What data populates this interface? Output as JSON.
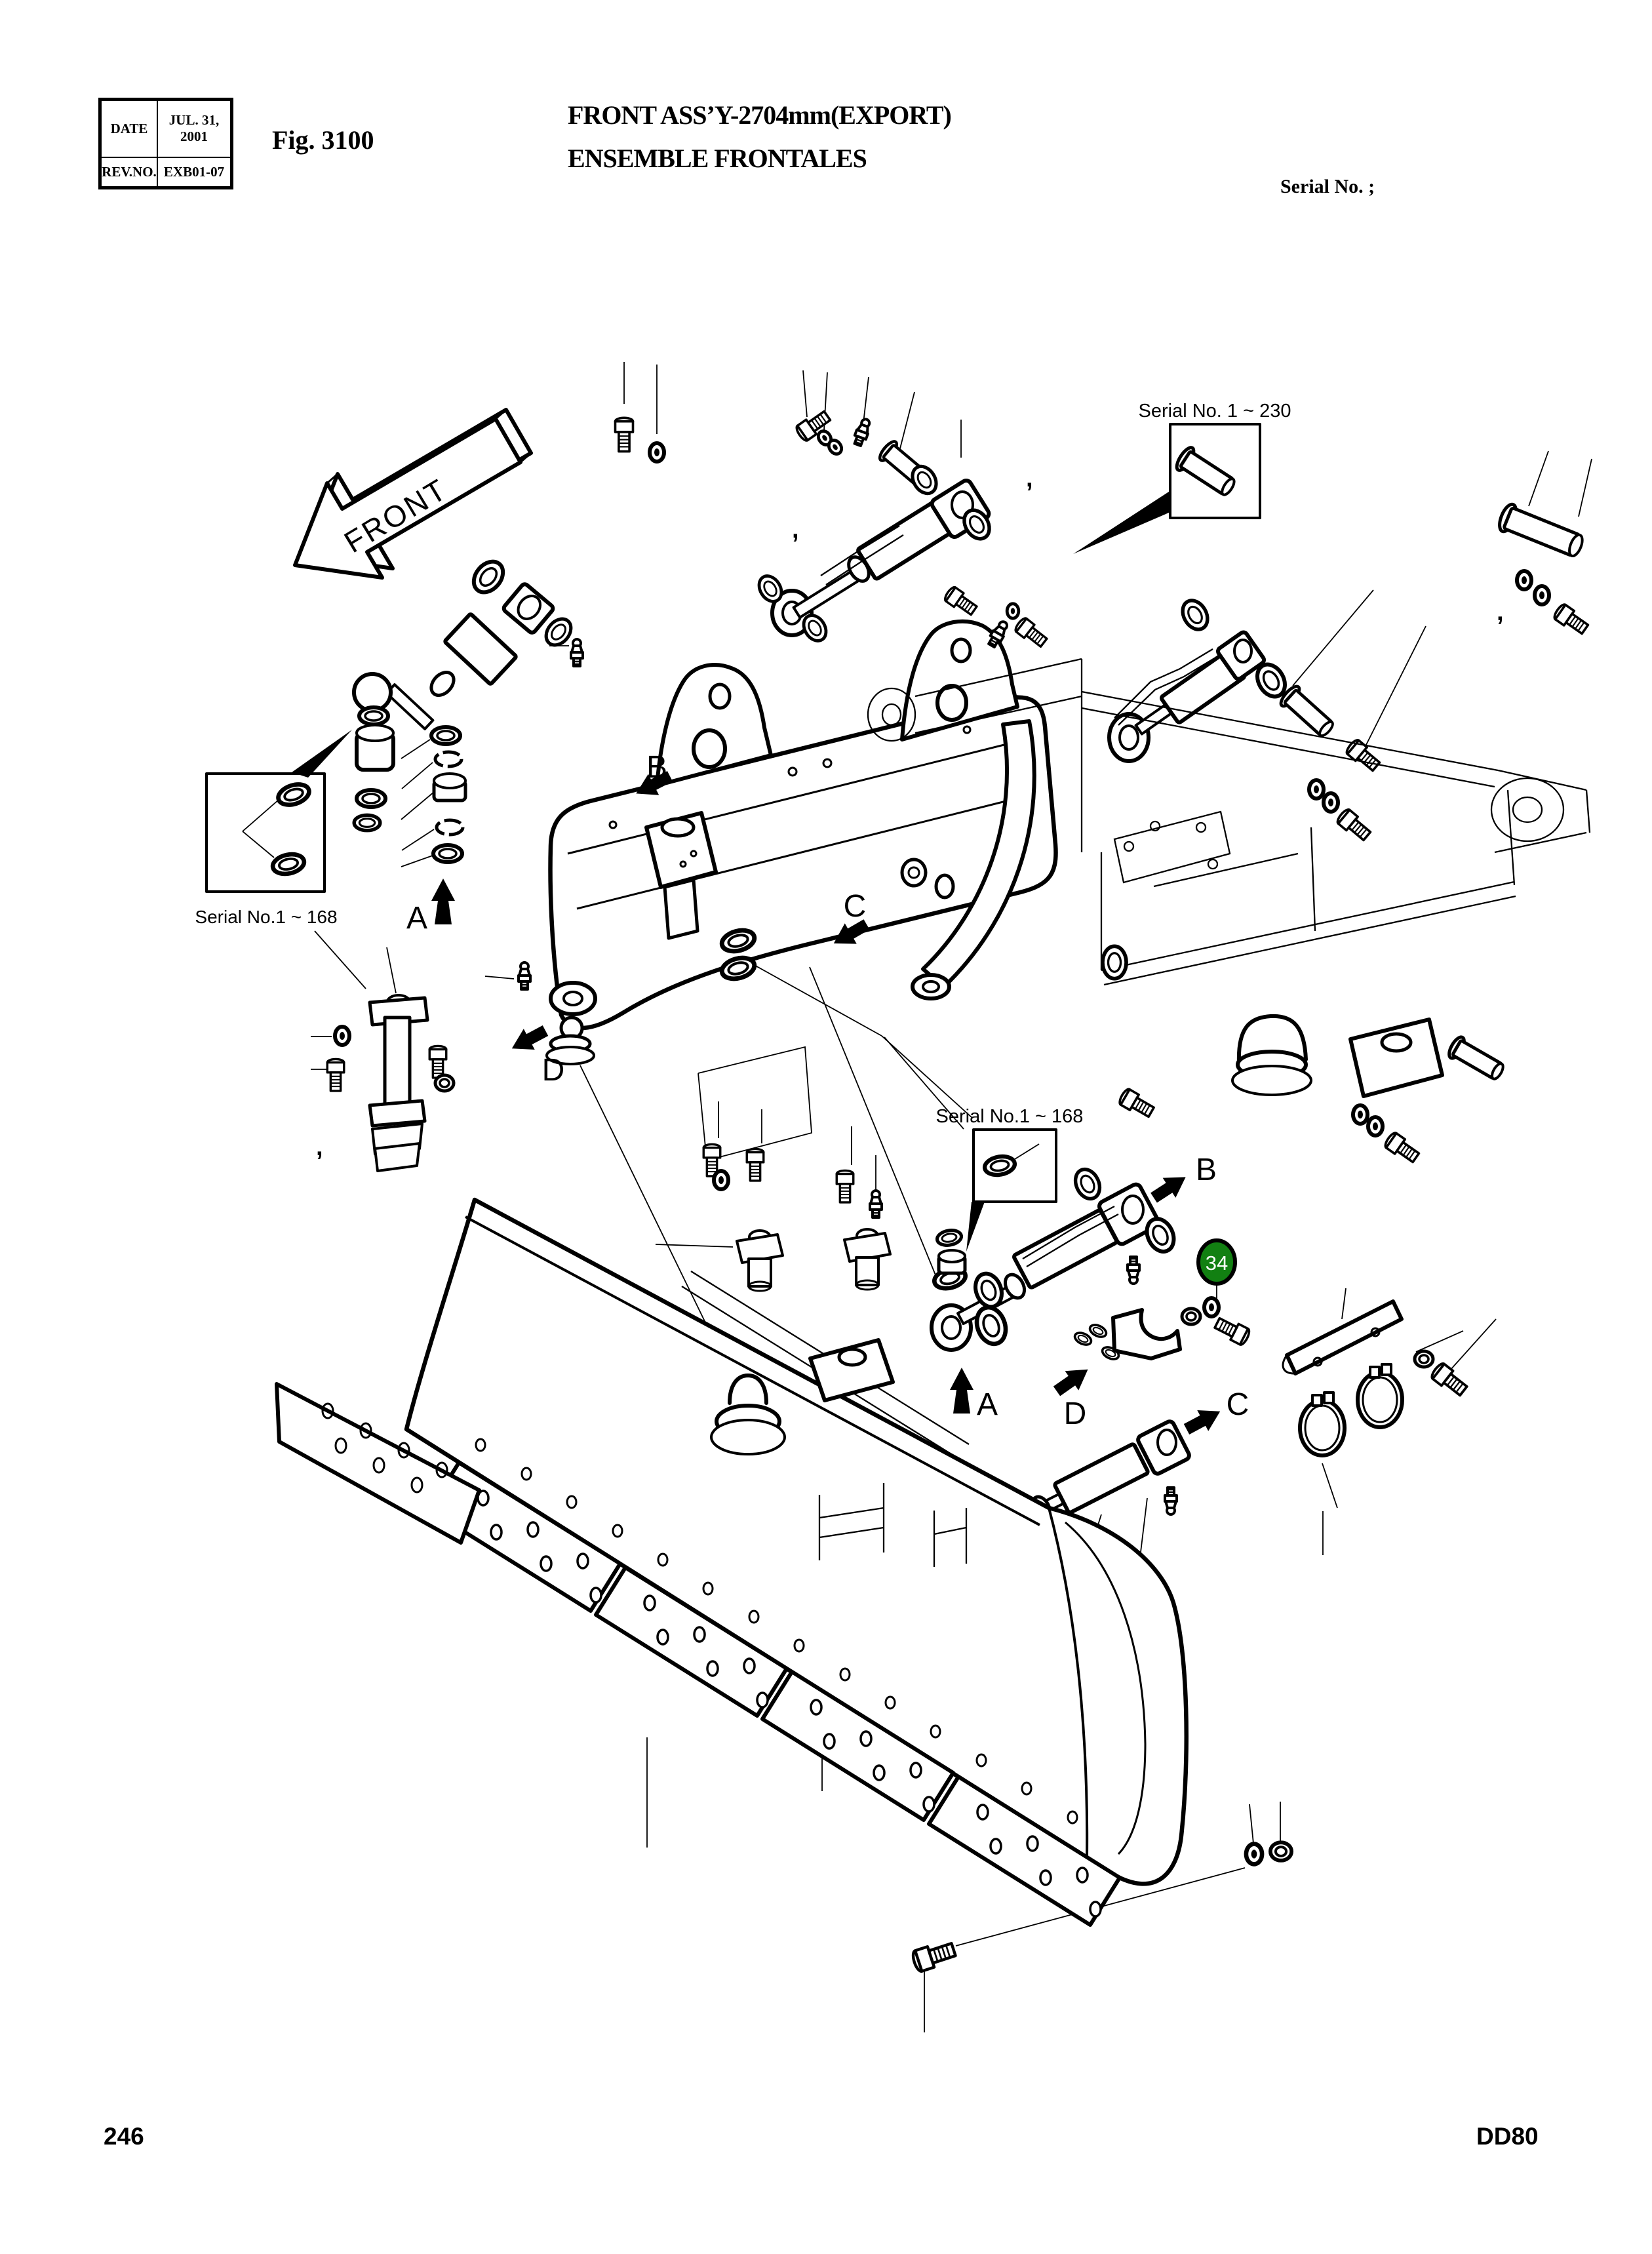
{
  "header": {
    "table": {
      "rows": [
        {
          "label": "DATE",
          "value": "JUL. 31, 2001"
        },
        {
          "label": "REV.NO.",
          "value": "EXB01-07"
        }
      ]
    },
    "figure_label": "Fig. 3100",
    "title_en": "FRONT ASS’Y-2704mm(EXPORT)",
    "title_fr": "ENSEMBLE FRONTALES",
    "serial_note": "Serial No. ;"
  },
  "diagram": {
    "front_marker": "FRONT",
    "callouts": [
      {
        "id": "serial-230",
        "text": "Serial No. 1 ~ 230"
      },
      {
        "id": "serial-168-left",
        "text": "Serial No.1 ~ 168"
      },
      {
        "id": "serial-168-mid",
        "text": "Serial No.1 ~ 168"
      }
    ],
    "direction_labels": {
      "a": "A",
      "b": "B",
      "c": "C",
      "d": "D"
    },
    "part_badge": {
      "number": "34",
      "fill": "#128012"
    }
  },
  "footer": {
    "page_number": "246",
    "model_code": "DD80"
  }
}
